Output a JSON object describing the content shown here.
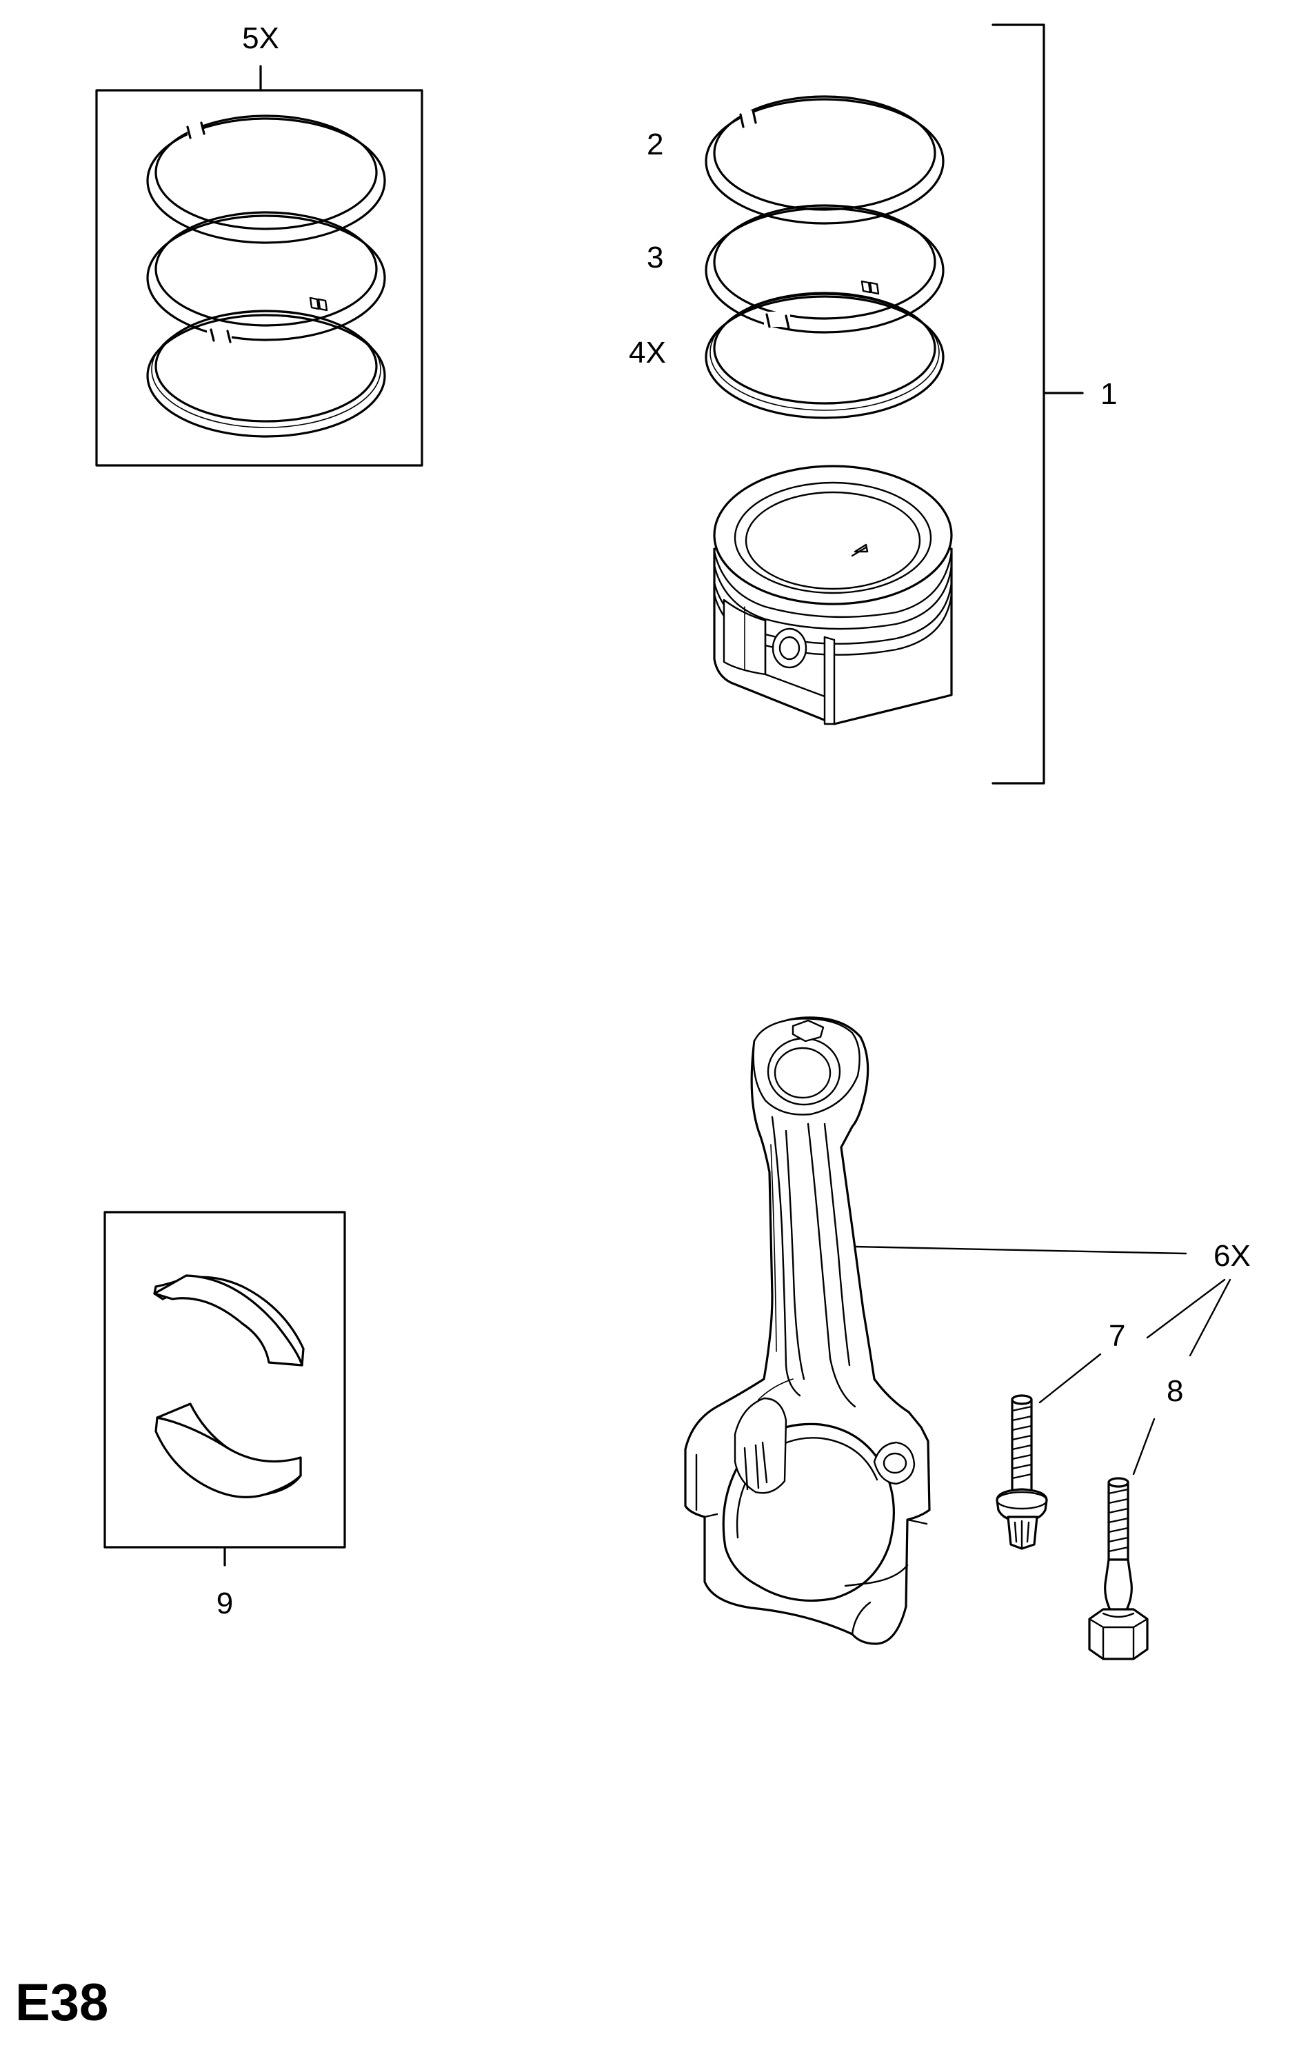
{
  "diagram": {
    "page_id": "E38",
    "callouts": {
      "ring_set_box": "5X",
      "piston_assembly": "1",
      "top_ring": "2",
      "second_ring": "3",
      "oil_ring": "4X",
      "connecting_rod": "6X",
      "rod_bolt_a": "7",
      "rod_bolt_b": "8",
      "bearing_shells": "9"
    }
  }
}
